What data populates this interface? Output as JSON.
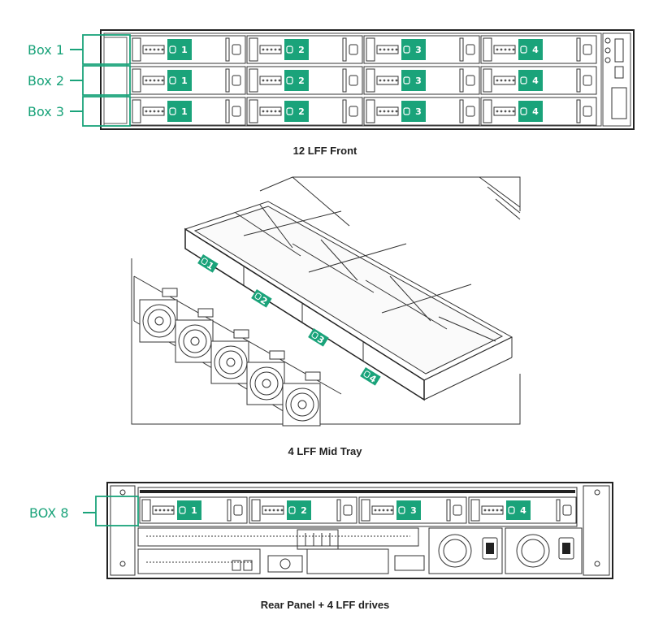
{
  "front": {
    "caption": "12 LFF Front",
    "boxes": [
      "Box 1",
      "Box 2",
      "Box 3"
    ],
    "bays": [
      "1",
      "2",
      "3",
      "4"
    ]
  },
  "mid": {
    "caption": "4 LFF Mid Tray",
    "bays": [
      "1",
      "2",
      "3",
      "4"
    ]
  },
  "rear": {
    "caption": "Rear Panel + 4 LFF drives",
    "box": "BOX 8",
    "bays": [
      "1",
      "2",
      "3",
      "4"
    ]
  },
  "colors": {
    "accent": "#1aa37a",
    "line": "#222222"
  }
}
